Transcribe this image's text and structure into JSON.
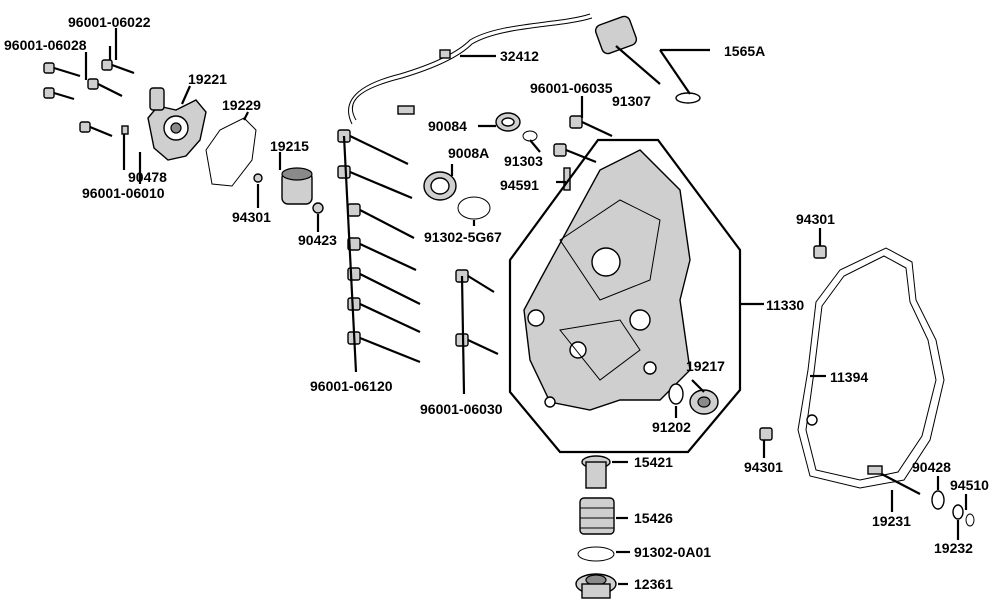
{
  "labels": {
    "p96001_06022": "96001-06022",
    "p96001_06028": "96001-06028",
    "p19221": "19221",
    "p19229": "19229",
    "p19215": "19215",
    "p90478": "90478",
    "p96001_06010": "96001-06010",
    "p94301_a": "94301",
    "p90423": "90423",
    "p32412": "32412",
    "p1565A": "1565A",
    "p91307": "91307",
    "p96001_06035": "96001-06035",
    "p90084": "90084",
    "p91303": "91303",
    "p9008A": "9008A",
    "p94591": "94591",
    "p91302_5G67": "91302-5G67",
    "p94301_b": "94301",
    "p11330": "11330",
    "p11394": "11394",
    "p96001_06120": "96001-06120",
    "p96001_06030": "96001-06030",
    "p19217": "19217",
    "p91202": "91202",
    "p94301_c": "94301",
    "p15421": "15421",
    "p15426": "15426",
    "p91302_0A01": "91302-0A01",
    "p12361": "12361",
    "p90428": "90428",
    "p94510": "94510",
    "p19231": "19231",
    "p19232": "19232"
  }
}
